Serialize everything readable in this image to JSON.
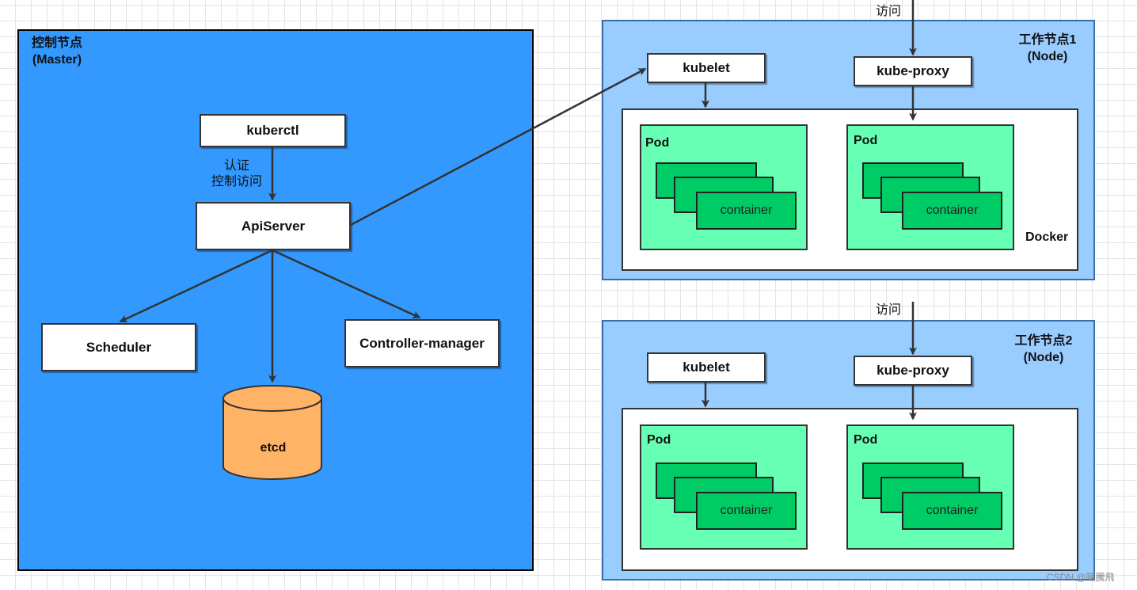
{
  "master": {
    "title": "控制节点",
    "subtitle": "(Master)",
    "kubectl": "kuberctl",
    "auth_line1": "认证",
    "auth_line2": "控制访问",
    "apiserver": "ApiServer",
    "scheduler": "Scheduler",
    "controller_manager": "Controller-manager",
    "etcd": "etcd"
  },
  "nodes": [
    {
      "title": "工作节点1",
      "subtitle": "(Node)",
      "access": "访问",
      "kubelet": "kubelet",
      "kube_proxy": "kube-proxy",
      "runtime": "Docker",
      "pods": [
        {
          "label": "Pod",
          "container": "container"
        },
        {
          "label": "Pod",
          "container": "container"
        }
      ]
    },
    {
      "title": "工作节点2",
      "subtitle": "(Node)",
      "access": "访问",
      "kubelet": "kubelet",
      "kube_proxy": "kube-proxy",
      "runtime": "",
      "pods": [
        {
          "label": "Pod",
          "container": "container"
        },
        {
          "label": "Pod",
          "container": "container"
        }
      ]
    }
  ],
  "watermark": "CSDN @陳騰飛",
  "colors": {
    "master_bg": "#3399ff",
    "node_bg": "#99ccff",
    "pod_bg": "#66ffb3",
    "container_bg": "#00cc66",
    "etcd_bg": "#ffb366"
  }
}
